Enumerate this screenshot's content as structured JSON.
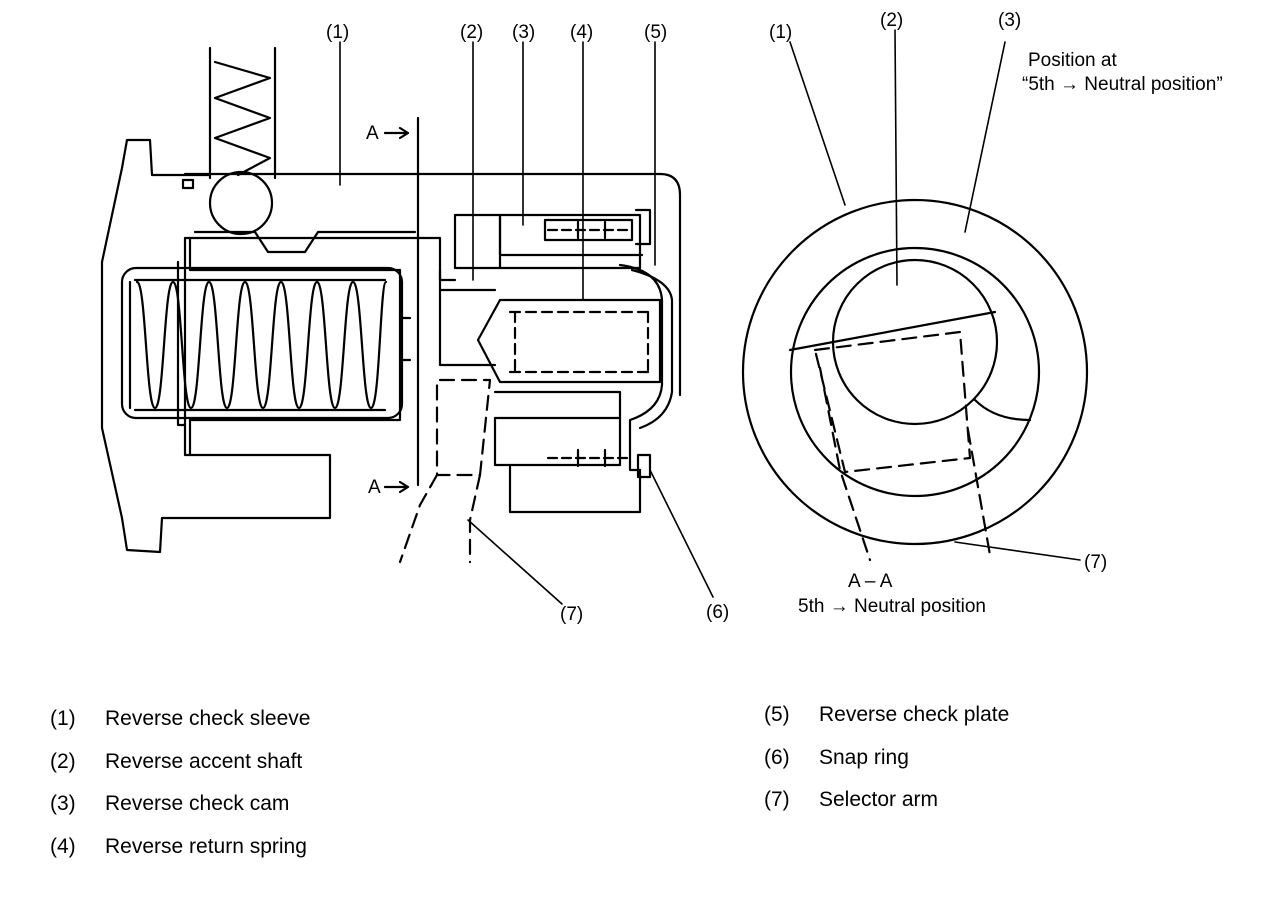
{
  "callouts": {
    "left_1": "(1)",
    "left_2": "(2)",
    "left_3": "(3)",
    "left_4": "(4)",
    "left_5": "(5)",
    "left_6": "(6)",
    "left_7": "(7)",
    "right_1": "(1)",
    "right_2": "(2)",
    "right_3": "(3)",
    "right_7": "(7)"
  },
  "section_markers": {
    "upper": "A",
    "lower": "A"
  },
  "right_view": {
    "position_line1": "Position at",
    "position_line2": "“5th → Neutral position”",
    "section_label": "A – A",
    "section_caption": "5th → Neutral position"
  },
  "legend": [
    {
      "num": "(1)",
      "text": "Reverse check sleeve"
    },
    {
      "num": "(2)",
      "text": "Reverse accent shaft"
    },
    {
      "num": "(3)",
      "text": "Reverse check cam"
    },
    {
      "num": "(4)",
      "text": "Reverse return spring"
    },
    {
      "num": "(5)",
      "text": "Reverse check plate"
    },
    {
      "num": "(6)",
      "text": "Snap ring"
    },
    {
      "num": "(7)",
      "text": "Selector arm"
    }
  ]
}
